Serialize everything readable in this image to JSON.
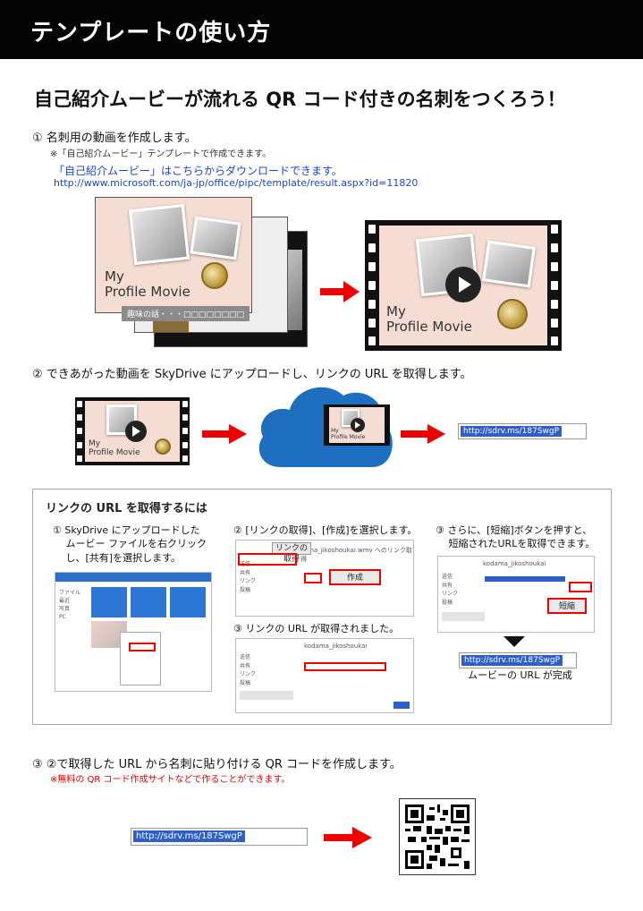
{
  "header": {
    "title": "テンプレートの使い方"
  },
  "headline": "自己紹介ムービーが流れる QR コード付きの名刺をつくろう！",
  "step1": {
    "text": "① 名刺用の動画を作成します。",
    "note": "※「自己紹介ムービー」テンプレートで作成できます。",
    "download": "「自己紹介ムービー」はこちらからダウンロードできます。",
    "url": "http://www.microsoft.com/ja-jp/office/pipc/template/result.aspx?id=11820",
    "slide_title_line1": "My",
    "slide_title_line2": "Profile Movie",
    "caption": "趣味の話・・・□□□□□□□□"
  },
  "step2": {
    "text": "② できあがった動画を SkyDrive にアップロードし、リンクの URL を取得します。",
    "short_url": "http://sdrv.ms/187SwgP"
  },
  "panel": {
    "title": "リンクの URL を取得するには",
    "sub1": "① SkyDrive にアップロードした\n　 ムービー ファイルを右クリック\n　 し、[共有]を選択します。",
    "sub2": "② [リンクの取得]、[作成]を選択します。",
    "sub3": "③ リンクの URL が取得されました。",
    "sub4": "③ さらに、[短縮]ボタンを押すと、\n　 短縮されたURLを取得できます。",
    "btn_get_link": "リンクの取得",
    "btn_create": "作成",
    "btn_shorten": "短縮",
    "user_name": "kodama_jikoshoukai",
    "short_url": "http://sdrv.ms/187SwgP",
    "complete": "ムービーの URL が完成"
  },
  "step3": {
    "text": "③ ②で取得した URL から名刺に貼り付ける QR コードを作成します。",
    "note": "※無料の QR コード作成サイトなどで作ることができます。",
    "short_url": "http://sdrv.ms/187SwgP"
  },
  "colors": {
    "header_bg": "#050505",
    "accent_red": "#e00000",
    "link_blue": "#1a48c4",
    "cloud_blue": "#1e6fc0"
  }
}
